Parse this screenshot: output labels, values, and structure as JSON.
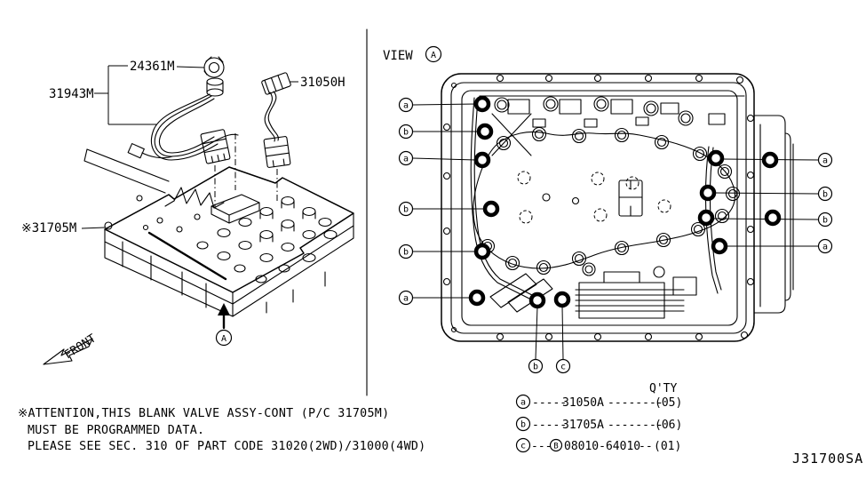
{
  "left_panel": {
    "labels": {
      "connector": "24361M",
      "harness": "31943M",
      "harness2": "31050H",
      "valve_body": "※31705M"
    },
    "front_label": "FRONT",
    "view_marker": "A"
  },
  "right_panel": {
    "view_title": "VIEW",
    "view_marker": "A",
    "callouts_left": [
      "a",
      "b",
      "a",
      "b",
      "b",
      "a"
    ],
    "callouts_right": [
      "a",
      "b",
      "b",
      "a"
    ],
    "callouts_bottom": [
      "b",
      "c"
    ]
  },
  "notes": {
    "line1": "※ATTENTION,THIS BLANK VALVE ASSY-CONT (P/C 31705M)",
    "line2": "MUST BE PROGRAMMED DATA.",
    "line3": "PLEASE SEE SEC. 310 OF PART CODE 31020(2WD)/31000(4WD)"
  },
  "legend": {
    "qty_header": "Q'TY",
    "rows": [
      {
        "key": "a",
        "dash1": "-----",
        "part": "31050A",
        "dash2": "--------",
        "qty": "(05)"
      },
      {
        "key": "b",
        "dash1": "-----",
        "part": "31705A",
        "dash2": "--------",
        "qty": "(06)"
      },
      {
        "key": "c",
        "dash1": "---",
        "bolt": "B",
        "part": "08010-64010",
        "dash2": "--",
        "qty": "(01)"
      }
    ]
  },
  "diagram_code": "J31700SA",
  "colors": {
    "line": "#000000",
    "background": "#ffffff"
  }
}
